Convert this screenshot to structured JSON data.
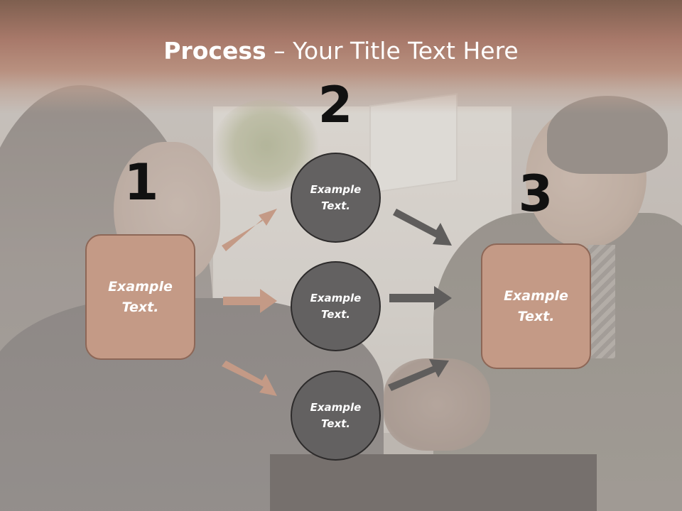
{
  "title": {
    "bold": "Process",
    "rest": " – Your Title Text Here"
  },
  "steps": {
    "one": "1",
    "two": "2",
    "three": "3"
  },
  "left_box": {
    "label": "Example Text."
  },
  "circles": [
    {
      "label": "Example Text."
    },
    {
      "label": "Example Text."
    },
    {
      "label": "Example Text."
    }
  ],
  "right_box": {
    "label": "Example Text."
  },
  "colors": {
    "box_fill": "#c49a86",
    "circle_fill": "#636161",
    "left_arrow": "#c49a86",
    "right_arrow": "#5f5d5c",
    "title_band": "#a8796a"
  }
}
